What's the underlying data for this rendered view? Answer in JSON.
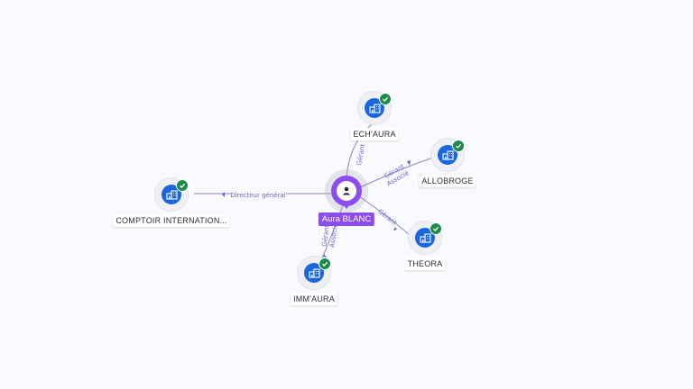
{
  "center": {
    "label": "Aura BLANC",
    "icon": "person-icon",
    "color": "#8b4cf0"
  },
  "companies": [
    {
      "key": "echaura",
      "label": "ECH'AURA",
      "icon": "building-icon",
      "status": "verified-check-icon"
    },
    {
      "key": "allobroge",
      "label": "ALLOBROGE",
      "icon": "building-icon",
      "status": "verified-check-icon"
    },
    {
      "key": "theora",
      "label": "THEORA",
      "icon": "building-icon",
      "status": "verified-check-icon"
    },
    {
      "key": "immaura",
      "label": "IMM'AURA",
      "icon": "building-icon",
      "status": "verified-check-icon"
    },
    {
      "key": "comptoir",
      "label": "COMPTOIR INTERNATION...",
      "icon": "building-icon",
      "status": "verified-check-icon"
    }
  ],
  "relations": {
    "comptoir": [
      "Directeur général"
    ],
    "echaura": [
      "Gérant"
    ],
    "allobroge": [
      "Gérant",
      "Associé"
    ],
    "theora": [
      "Gérant"
    ],
    "immaura": [
      "Gérant",
      "Associé"
    ]
  },
  "colors": {
    "company": "#1a66de",
    "check": "#1e8a4a",
    "edge_label": "#6e63d6"
  }
}
